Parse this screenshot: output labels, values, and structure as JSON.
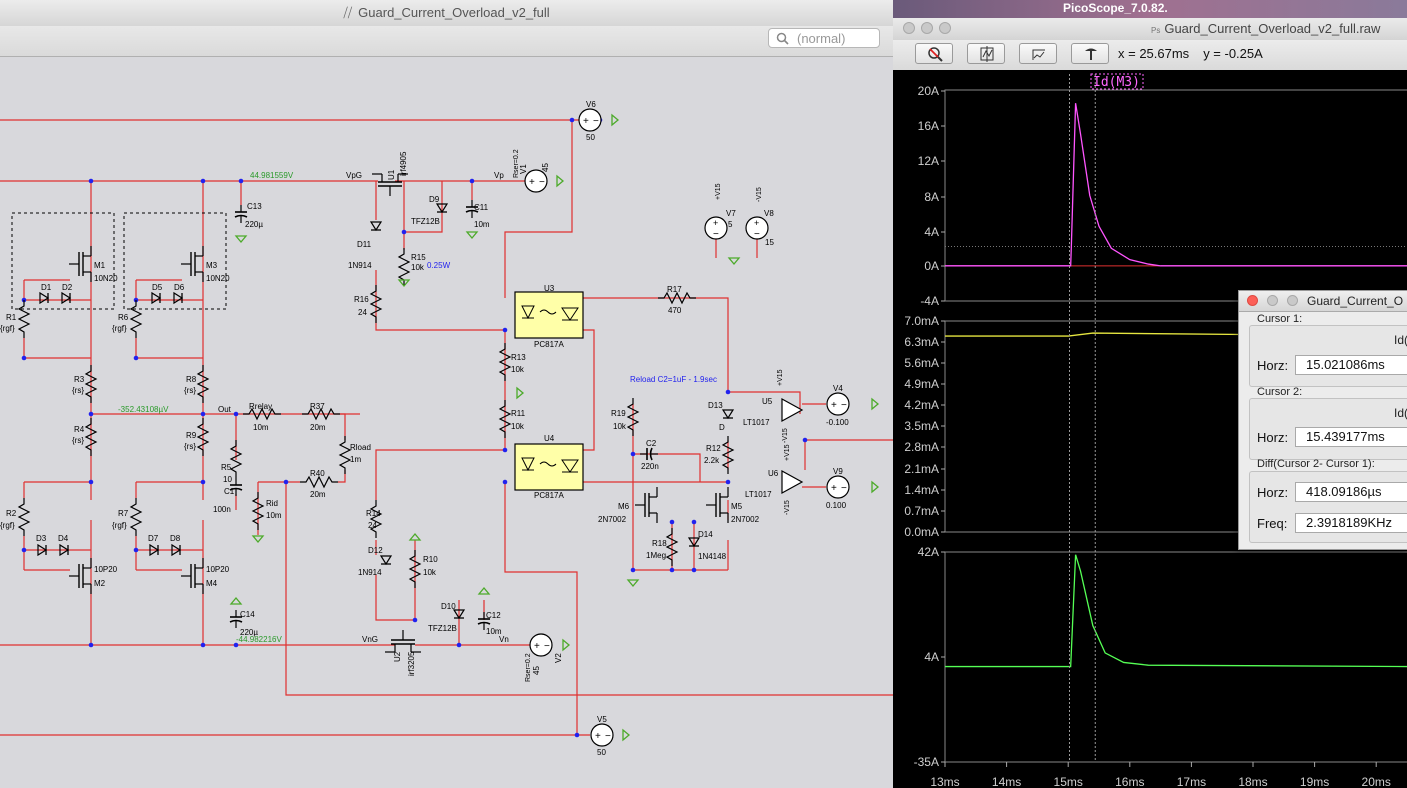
{
  "schematic_window": {
    "title": "Guard_Current_Overload_v2_full",
    "search_placeholder": "(normal)",
    "net_labels": {
      "v_top": "44.981559V",
      "v_mid": "-352.43108µV",
      "v_bot": "-44.982216V",
      "reload_note": "Reload C2=1uF - 1.9sec",
      "r15_power": "0.25W"
    },
    "nets": {
      "vpg": "VpG",
      "vp": "Vp",
      "vng": "VnG",
      "vn": "Vn",
      "out": "Out"
    },
    "components": {
      "u1_name": "U1",
      "u1_value": "irf4905",
      "u2_name": "U2",
      "u2_value": "irf3205",
      "u3_name": "U3",
      "u3_value": "PC817A",
      "u4_name": "U4",
      "u4_value": "PC817A",
      "u5_name": "U5",
      "u5_value": "LT1017",
      "u6_name": "U6",
      "u6_value": "LT1017",
      "m1_name": "M1",
      "m1_value": "10N20",
      "m2_name": "M2",
      "m2_value": "10P20",
      "m3_name": "M3",
      "m3_value": "10N20",
      "m4_name": "M4",
      "m4_value": "10P20",
      "m5_name": "M5",
      "m5_value": "2N7002",
      "m6_name": "M6",
      "m6_value": "2N7002",
      "r1_name": "R1",
      "r1_value": "{rgf}",
      "r2_name": "R2",
      "r2_value": "{rgf}",
      "r3_name": "R3",
      "r3_value": "{rs}",
      "r4_name": "R4",
      "r4_value": "{rs}",
      "r5_name": "R5",
      "r5_value": "10",
      "r6_name": "R6",
      "r6_value": "{rgf}",
      "r7_name": "R7",
      "r7_value": "{rgf}",
      "r8_name": "R8",
      "r8_value": "{rs}",
      "r9_name": "R9",
      "r9_value": "{rs}",
      "r10_name": "R10",
      "r10_value": "10k",
      "r11_name": "R11",
      "r11_value": "10k",
      "r12_name": "R12",
      "r12_value": "2.2k",
      "r13_name": "R13",
      "r13_value": "10k",
      "r14_name": "R14",
      "r14_value": "24",
      "r15_name": "R15",
      "r15_value": "10k",
      "r16_name": "R16",
      "r16_value": "24",
      "r17_name": "R17",
      "r17_value": "470",
      "r18_name": "R18",
      "r18_value": "1Meg",
      "r19_name": "R19",
      "r19_value": "10k",
      "r37_name": "R37",
      "r37_value": "20m",
      "r40_name": "R40",
      "r40_value": "20m",
      "rrelay_name": "Rrelay",
      "rrelay_value": "10m",
      "rload_name": "Rload",
      "rload_value": "1m",
      "rid_name": "Rid",
      "rid_value": "10m",
      "c1_name": "C1",
      "c1_value": "100n",
      "c2_name": "C2",
      "c2_value": "220n",
      "c11_name": "C11",
      "c11_value": "10m",
      "c12_name": "C12",
      "c12_value": "10m",
      "c13_name": "C13",
      "c13_value": "220µ",
      "c14_name": "C14",
      "c14_value": "220µ",
      "d1": "D1",
      "d2": "D2",
      "d3": "D3",
      "d4": "D4",
      "d5": "D5",
      "d6": "D6",
      "d7": "D7",
      "d8": "D8",
      "d9_name": "D9",
      "d9_value": "TFZ12B",
      "d10_name": "D10",
      "d10_value": "TFZ12B",
      "d11_name": "D11",
      "d11_value": "1N914",
      "d12_name": "D12",
      "d12_value": "1N914",
      "d13_name": "D13",
      "d13_value": "D",
      "d14_name": "D14",
      "d14_value": "1N4148",
      "v1_name": "V1",
      "v1_value": "45",
      "v1_rser": "Rser=0.2",
      "v2_name": "V2",
      "v2_value": "45",
      "v2_rser": "Rser=0.2",
      "v4_name": "V4",
      "v4_value": "-0.100",
      "v5_name": "V5",
      "v5_value": "50",
      "v6_name": "V6",
      "v6_value": "50",
      "v7_name": "V7",
      "v7_value": "5",
      "v8_name": "V8",
      "v8_value": "15",
      "v9_name": "V9",
      "v9_value": "0.100",
      "pos15": "+V15",
      "neg15": "-V15"
    }
  },
  "waveform_window": {
    "app_name": "PicoScope_7.0.82.",
    "title": "Guard_Current_Overload_v2_full.raw",
    "tools": [
      "zoom-out-icon",
      "autorange-icon",
      "fit-icon",
      "probe-icon"
    ],
    "readout_x": "x = 25.67ms",
    "readout_y": "y = -0.25A",
    "trace_label": "Id(M3)"
  },
  "cursor_dialog": {
    "title": "Guard_Current_O",
    "cursor1_label": "Cursor 1:",
    "cursor1_trace": "Id(",
    "cursor1_horz": "15.021086ms",
    "cursor2_label": "Cursor 2:",
    "cursor2_trace": "Id(",
    "cursor2_horz": "15.439177ms",
    "diff_label": "Diff(Cursor 2- Cursor 1):",
    "diff_horz": "418.09186µs",
    "diff_freq": "2.3918189KHz",
    "horz_key": "Horz:",
    "freq_key": "Freq:"
  },
  "chart_data": [
    {
      "type": "line",
      "series": [
        {
          "name": "Id(M3)",
          "color": "#ff55ff",
          "x": [
            13,
            15.04,
            15.05,
            15.12,
            15.2,
            15.35,
            15.5,
            15.7,
            16.0,
            16.3,
            16.5,
            18,
            20.5
          ],
          "y": [
            0,
            0,
            2,
            18.5,
            15,
            8,
            4.5,
            2,
            0.7,
            0.2,
            0,
            0,
            0
          ]
        }
      ],
      "ytick_labels": [
        "20A",
        "16A",
        "12A",
        "8A",
        "4A",
        "0A",
        "-4A"
      ],
      "ylim": [
        -4,
        20
      ]
    },
    {
      "type": "line",
      "series": [
        {
          "color": "#e6e640",
          "x": [
            13,
            15.0,
            15.4,
            20.5
          ],
          "y": [
            6.5,
            6.5,
            6.6,
            6.5
          ]
        }
      ],
      "ytick_labels": [
        "7.0mA",
        "6.3mA",
        "5.6mA",
        "4.9mA",
        "4.2mA",
        "3.5mA",
        "2.8mA",
        "2.1mA",
        "1.4mA",
        "0.7mA",
        "0.0mA"
      ],
      "ylim": [
        0,
        7
      ]
    },
    {
      "type": "line",
      "series": [
        {
          "color": "#55ff55",
          "x": [
            13,
            15.04,
            15.05,
            15.12,
            15.2,
            15.4,
            15.6,
            15.9,
            16.3,
            20.5
          ],
          "y": [
            0,
            0,
            5,
            41,
            35,
            15,
            5,
            1.5,
            0.5,
            0
          ]
        }
      ],
      "ytick_labels": [
        "42A",
        "4A",
        "-35A"
      ],
      "ylim": [
        -35,
        42
      ]
    }
  ],
  "x_axis": {
    "ticks": [
      "13ms",
      "14ms",
      "15ms",
      "16ms",
      "17ms",
      "18ms",
      "19ms",
      "20ms"
    ],
    "cursor1_ms": 15.021086,
    "cursor2_ms": 15.439177
  }
}
